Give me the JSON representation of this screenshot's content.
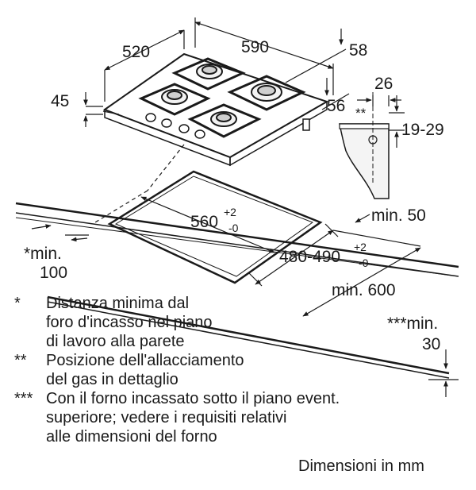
{
  "dimensions": {
    "depth": "520",
    "width": "590",
    "glass_thickness": "58",
    "height": "45",
    "gas_offset_x": "26",
    "gas_offset_depth": "56",
    "gas_marker": "**",
    "gas_height_range": "19-29",
    "cutout_width": "560",
    "cutout_width_tolerance_plus": "+2",
    "cutout_width_tolerance_minus": "-0",
    "cutout_depth": "480-490",
    "cutout_depth_tolerance_plus": "+2",
    "cutout_depth_tolerance_minus": "-0",
    "min_front": "min. 50",
    "min_wall_label": "*min.",
    "min_wall_value": "100",
    "min_worktop": "min. 600",
    "min_oven_label": "***min.",
    "min_oven_value": "30"
  },
  "legend": [
    {
      "mark": "*",
      "lines": [
        "Distanza minima dal",
        "foro d'incasso nel piano",
        "di lavoro alla parete"
      ]
    },
    {
      "mark": "**",
      "lines": [
        "Posizione dell'allacciamento",
        "del gas in dettaglio"
      ]
    },
    {
      "mark": "***",
      "lines": [
        "Con il forno incassato sotto il piano event.",
        "superiore; vedere i requisiti relativi",
        "alle dimensioni del forno"
      ]
    }
  ],
  "units_note": "Dimensioni in mm"
}
